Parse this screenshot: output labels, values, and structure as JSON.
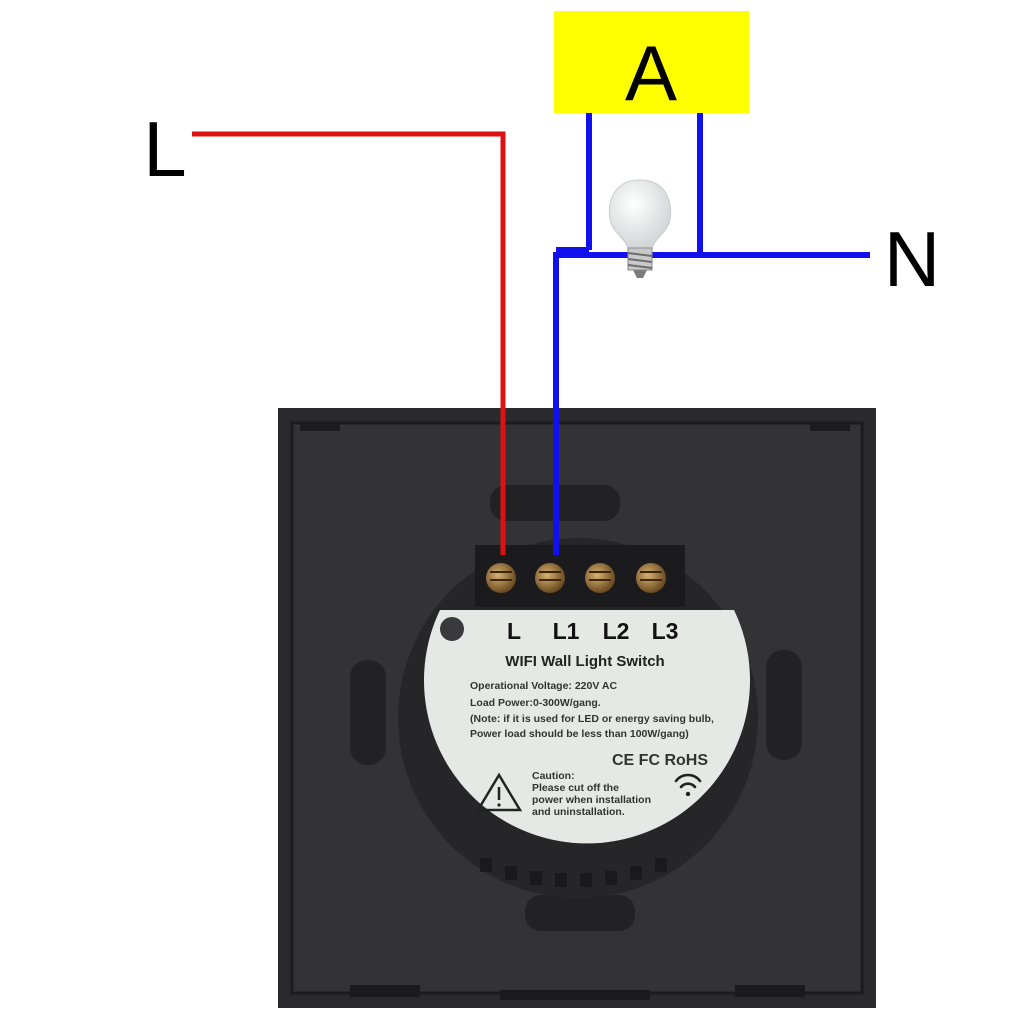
{
  "labels": {
    "line": "L",
    "neutral": "N",
    "load": "A"
  },
  "terminals": [
    "L",
    "L1",
    "L2",
    "L3"
  ],
  "device_label": {
    "title": "WIFI Wall Light Switch",
    "voltage": "Operational Voltage: 220V AC",
    "load_power": "Load Power:0-300W/gang.",
    "note_line1": "(Note: if it is used for LED or energy saving bulb,",
    "note_line2": "Power load should be less than 100W/gang)",
    "certifications": "CE FC RoHS",
    "caution_title": "Caution:",
    "caution_line1": "Please cut off the",
    "caution_line2": "power when installation",
    "caution_line3": "and uninstallation."
  },
  "colors": {
    "live_wire": "#dd1111",
    "neutral_wire": "#1111ee",
    "load_box": "#ffff00",
    "switch_body": "#2a2a2c",
    "label_disc": "#e6e8e6"
  },
  "icons": [
    "light-bulb-icon",
    "warning-triangle-icon",
    "wifi-icon"
  ]
}
